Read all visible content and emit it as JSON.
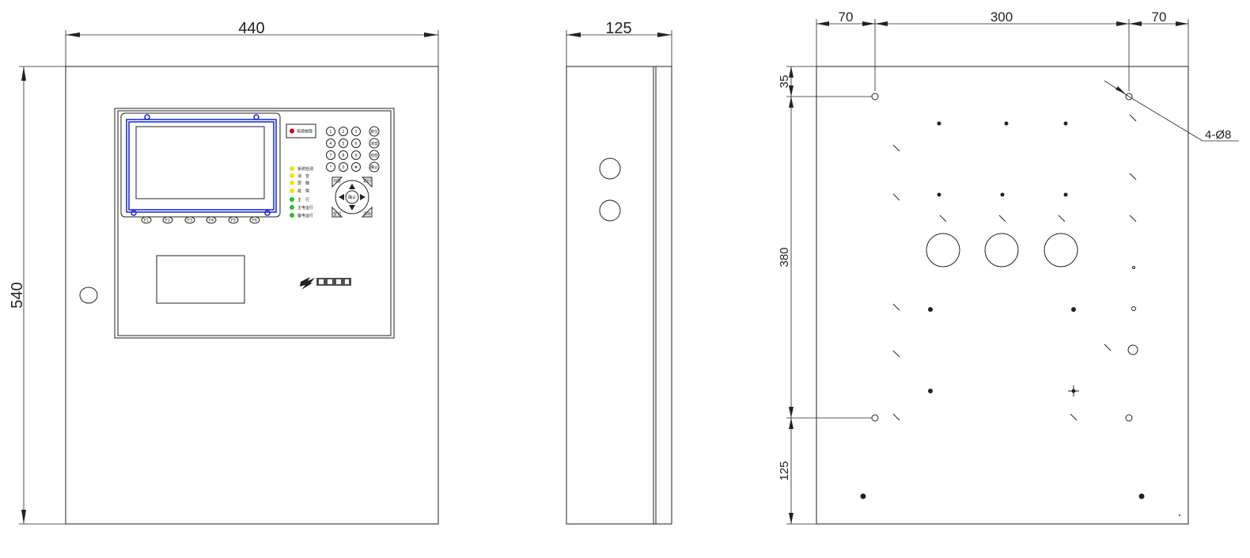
{
  "colors": {
    "line": "#222222",
    "screen_frame": "#1f2fd6",
    "indicator_red": "#e00000",
    "indicator_yellow": "#f1e20a",
    "indicator_green": "#24c01f"
  },
  "front_view": {
    "width_dim": "440",
    "height_dim": "540",
    "alarm_button_label": "电源故障",
    "indicators": [
      {
        "label": "系统检测",
        "color": "yellow"
      },
      {
        "label": "消　音",
        "color": "yellow"
      },
      {
        "label": "屏　蔽",
        "color": "yellow"
      },
      {
        "label": "故　障",
        "color": "yellow"
      },
      {
        "label": "主　行",
        "color": "green"
      },
      {
        "label": "主电运行",
        "color": "green"
      },
      {
        "label": "备电运行",
        "color": "green"
      }
    ],
    "keypad_digits": [
      "1",
      "2",
      "3",
      "4",
      "5",
      "6",
      "7",
      "8",
      "9",
      "*",
      "0",
      "#"
    ],
    "side_keys": [
      "复位",
      "消音",
      "自检",
      "确认"
    ],
    "function_keys": [
      "F1",
      "F2",
      "F3",
      "F4",
      "F5",
      "F6"
    ],
    "nav_center": "确认",
    "nav_corners": [
      "功能",
      "返回",
      "登记",
      "清除"
    ]
  },
  "side_view": {
    "depth_dim": "125"
  },
  "back_view": {
    "dim_left": "70",
    "dim_middle": "300",
    "dim_right": "70",
    "dim_top_offset": "35",
    "dim_hole_spacing": "380",
    "dim_bottom": "125",
    "hole_callout": "4-Ø8"
  }
}
